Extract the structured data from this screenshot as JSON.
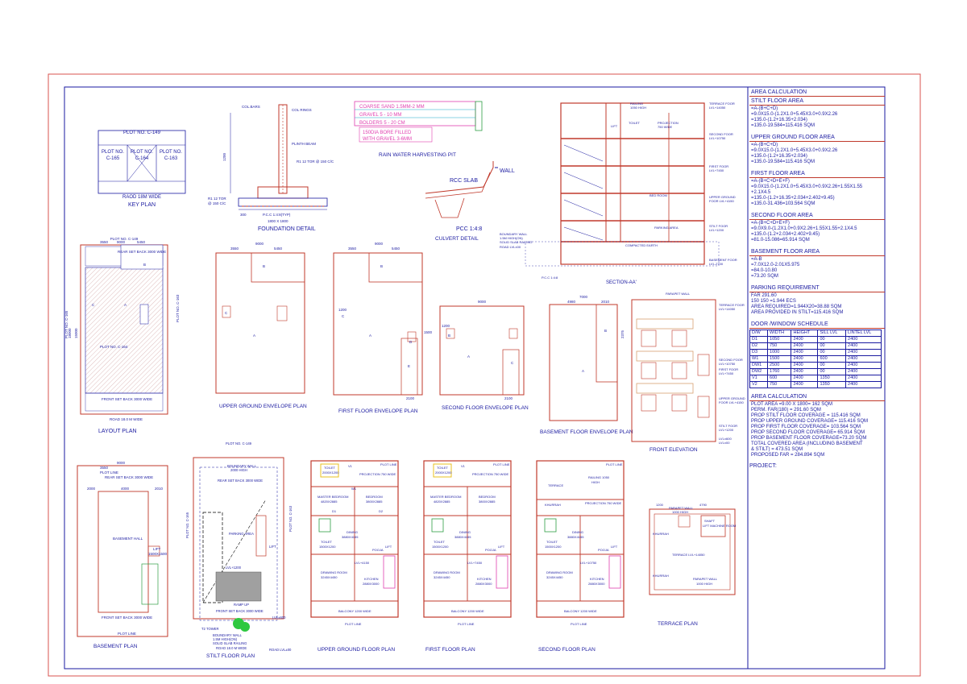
{
  "key_plan": {
    "top": "PLOT NO. C-149",
    "left": [
      "PLOT NO.",
      "C-165"
    ],
    "center": [
      "PLOT NO.",
      "C-164"
    ],
    "right": [
      "PLOT NO.",
      "C-163"
    ],
    "road": "RAOD 18M WIDE",
    "title": "KEY PLAN"
  },
  "foundation": {
    "labels": [
      "COL.BARS",
      "COL RINGS",
      "PLINTH BEAM",
      "R1 12 TOR @ 150 C/C",
      "R1 12 TOR",
      "@ 150 C/C",
      "P.C.C 1:4:8(TYP)",
      "1800 X 1800"
    ],
    "dims": [
      "1200",
      "300"
    ],
    "title": "FOUNDATION  DETAIL"
  },
  "rain_water": {
    "layers": [
      "COARSE SAND 1.5MM-2 MM",
      "GRAVEL  5 - 10 MM",
      "BOLDERS 5 - 20 CM"
    ],
    "bore": [
      "150DIA BORE FILLED",
      "WITH GRAVEL 3-6MM"
    ],
    "title": "RAIN  WATER  HARVESTING  PIT"
  },
  "culvert": {
    "slab": "RCC SLAB",
    "wall": "WALL",
    "pcc": "PCC 1:4:8",
    "title": "CULVERT  DETAIL"
  },
  "section": {
    "labels": [
      "TERRACE FOOR",
      "LVL+14050",
      "SECOND FOOR",
      "LVL+10750",
      "FIRST FOOR",
      "LVL+7450",
      "UPPER GROUND",
      "FOOR  LVL+4150",
      "STILT FOOR",
      "LVL+1200",
      "BASEMENT FOOR",
      "LVL-2700",
      "LIFT",
      "TOILET",
      "BED ROOM",
      "PARKING AREA",
      "RAILING",
      "1050 HIGH",
      "PROJECTION",
      "750 WIDE",
      "BOUNDARY WALL",
      "1.5M HIGH(ON)",
      "SOLID SLAB RAILING",
      "ROAD LVL±00",
      "COMPACTED EARTH",
      "P.C.C 1:4:8"
    ],
    "title": "SECTION-AA'"
  },
  "layout_plan": {
    "dims": [
      "9000",
      "3550",
      "5450",
      "15000",
      "18000"
    ],
    "plot_top": "PLOT NO. C-149",
    "plot_left": "PLOT NO. C-165",
    "plot_right": "PLOT NO. C-163",
    "labels": [
      "REAR SET BACK 3000 WIDE",
      "PLOT NO. C-164",
      "FRONT SET BACK 3000 WIDE",
      "ROAD 18.0 M WIDE"
    ],
    "marks": [
      "A",
      "B",
      "C"
    ],
    "title": "LAYOUT PLAN"
  },
  "ug_envelope": {
    "dims": [
      "9000",
      "3550",
      "5450"
    ],
    "marks": [
      "A",
      "B",
      "C"
    ],
    "title": "UPPER GROUND ENVELOPE PLAN"
  },
  "ff_envelope": {
    "dims": [
      "9000",
      "3550",
      "5450",
      "1200",
      "1500",
      "2100"
    ],
    "marks": [
      "A",
      "B",
      "C",
      "D",
      "E"
    ],
    "title": "FIRST FLOOR ENVELOPE PLAN"
  },
  "sf_envelope": {
    "dims": [
      "9000",
      "1200",
      "2100"
    ],
    "marks": [
      "A",
      "B",
      "C"
    ],
    "title": "SECOND FLOOR ENVELOPE PLAN"
  },
  "bf_envelope": {
    "dims": [
      "7000",
      "4980",
      "2010",
      "2375"
    ],
    "marks": [
      "A",
      "B"
    ],
    "title": "BASEMENT FLOOR ENVELOPE PLAN"
  },
  "elevation": {
    "labels": [
      "TERRACE FOOR",
      "LVL+14050",
      "SECOND FOOR",
      "LVL+10750",
      "FIRST FOOR",
      "LVL+7450",
      "UPPER GROUND",
      "FOOR  LVL+4150",
      "STILT FOOR",
      "LVL+1200",
      "LVL±600",
      "LVL±00",
      "PARAPET WALL"
    ],
    "title": "FRONT ELEVATION"
  },
  "basement_plan": {
    "dims": [
      "9000",
      "3550",
      "2000",
      "4000",
      "2010"
    ],
    "labels": [
      "PLOT LINE",
      "REAR SET BACK 3000 WIDE",
      "BASEMENT HALL",
      "LIFT",
      "1500X1500",
      "FRONT SET BACK 3000 WIDE",
      "PLOT LINE"
    ],
    "title": "BASEMENT PLAN"
  },
  "stilt_plan": {
    "top": "PLOT NO. C-149",
    "labels": [
      "BOUNDARY WALL",
      "2000 HIGH",
      "REAR SET BACK 3000 WIDE",
      "PARKING AREA",
      "LIFT",
      "LVL+1200",
      "FRONT SET BACK 3000 WIDE",
      "RAMP UP",
      "T2 TOWER",
      "BOUNDARY WALL",
      "1.5M HIGH(ON)",
      "SOLID SLAB RAILING",
      "ROAD 18.0 M WIDE",
      "LVL±600",
      "ROAD LVL±00"
    ],
    "plot_left": "PLOT NO. C-165",
    "plot_right": "PLOT NO. C-163",
    "title": "STILT FLOOR PLAN"
  },
  "floor_rooms": [
    "TOILET",
    "2000X1200",
    "V1",
    "PLOT LINE",
    "PROJECTION 750 WIDE",
    "MASTER BEDROOM",
    "4820X2885",
    "BEDROOM",
    "3800X2885",
    "D1",
    "D2",
    "W1",
    "DINING",
    "3880X4155",
    "TOILET",
    "1500X1200",
    "POOJA",
    "DRAWING ROOM",
    "3245X4450",
    "KITCHEN",
    "2880X3000",
    "BALCONY 1200 WIDE",
    "PLOT LINE",
    "LIFT"
  ],
  "ug_floor": {
    "level": "LVL+4150",
    "title": "UPPER GROUND FLOOR PLAN"
  },
  "f_floor": {
    "level": "LVL+7450",
    "title": "FIRST  FLOOR  PLAN"
  },
  "s_floor": {
    "level": "LVL+10750",
    "title": "SECOND  FLOOR  PLAN",
    "extra": [
      "TERRACE",
      "KHURRAH",
      "RAILING 1050",
      "HIGH"
    ]
  },
  "terrace": {
    "labels": [
      "PARAPET WALL",
      "1000 HIGH",
      "SHAFT",
      "LIFT MACHINE ROOM",
      "KHURRAH",
      "TERRACE LVL+14050",
      "KHURRAH",
      "PARAPET WALL",
      "1000 HIGH"
    ],
    "dims": [
      "1200",
      "4790"
    ],
    "title": "TERRACE  PLAN"
  },
  "area_calc_1": {
    "heading": "AREA  CALCULATION",
    "stilt_h": "STILT FLOOR AREA",
    "stilt": [
      "=A-(B+C+D)",
      "=9.0X15.0-(1.2X1.0+5.45X3.0+0.9X2.26",
      "=135.0-(1.2+16.35+2.034)",
      "=135.0-19.584=115.416 SQM"
    ],
    "ug_h": "UPPER GROUND FLOOR AREA",
    "ug": [
      "=A-(B+C+D)",
      "=9.0X15.0-(1.2X1.0+5.45X3.0+0.9X2.26",
      "=135.0-(1.2+16.35+2.034)",
      "=135.0-19.584=115.416 SQM"
    ],
    "ff_h": "FIRST FLOOR AREA",
    "ff": [
      "=A-(B+C+D+E+F)",
      "=9.0X15.0-(1.2X1.0+5.45X3.0+0.9X2.26+1.55X1.55",
      "+2.1X4.5",
      "=135.0-(1.2+16.35+2.034+2.402+9.45)",
      "=135.0-31.436=103.564 SQM"
    ],
    "sf_h": "SECOND FLOOR AREA",
    "sf": [
      "=A-(B+C+D+E+F)",
      "=9.0X9.0-(1.2X1.0+0.9X2.26+1.55X1.55+2.1X4.5",
      "=135.0-(1.2+2.034+2.402+9.45)",
      "=81.0-15.086=65.914 SQM"
    ],
    "bf_h": "BASEMENT FLOOR AREA",
    "bf": [
      "=A-B",
      "=7.0X12.0-2.01X5.975",
      "=84.0-10.80",
      "=73.20 SQM"
    ]
  },
  "parking": {
    "heading": "PARKING  REQUIREMENT",
    "lines": [
      "FAR    291.60",
      "150       150        =1.944 ECS",
      "AREA REQUIRED=1.944X20=38.88  SQM",
      "AREA PROVIDED IN STILT=115.416 SQM"
    ]
  },
  "schedule": {
    "heading": "DOOR  /WINDOW  SCHEDULE",
    "columns": [
      "D/W",
      "WIDTH",
      "HEIGHT",
      "SILL  LVL",
      "LINTEL  LVL"
    ],
    "rows": [
      [
        "D1",
        "1050",
        "2400",
        "00",
        "2400"
      ],
      [
        "D2",
        "750",
        "2400",
        "00",
        "2400"
      ],
      [
        "D3",
        "1000",
        "2400",
        "00",
        "2400"
      ],
      [
        "W1",
        "1500",
        "2400",
        "600",
        "2400"
      ],
      [
        "DW1",
        "2500",
        "2400",
        "00",
        "2400"
      ],
      [
        "DW2",
        "1760",
        "2400",
        "00",
        "2400"
      ],
      [
        "V1",
        "600",
        "2400",
        "1350",
        "2400"
      ],
      [
        "V2",
        "750",
        "2400",
        "1350",
        "2400"
      ]
    ]
  },
  "area_calc_2": {
    "heading": "AREA  CALCULATION",
    "lines": [
      "PLOT  AREA       =9.00  X  1800= 162  SQM",
      "PERM. FAR(180)  = 291.60  SQM",
      "PROP STILT FLOOR COVERAGE = 115.416  SQM",
      "PROP UPPER  GROUND COVERAGE= 115.416  SQM",
      "PROP FIRST FLOOR COVERAGE= 103.564  SQM",
      "PROP SECOND FLOOR COVERAGE= 65.914  SQM",
      "PROP BASEMENT FLOOR COVERAGE=73.20   SQM",
      "TOTAL COVERED AREA (INCLUDING BASEMENT",
      "& STILT)  = 473.51  SQM",
      "PROPOSED FAR  =   284.894   SQM"
    ]
  },
  "project_label": "PROJECT:",
  "colors": {
    "blue": "#1a1aa0",
    "red": "#c0392b",
    "pink": "#d63384",
    "green": "#2e9e44",
    "magenta": "#e040b0",
    "cyan": "#18a8c8",
    "yellow": "#e8c020"
  }
}
